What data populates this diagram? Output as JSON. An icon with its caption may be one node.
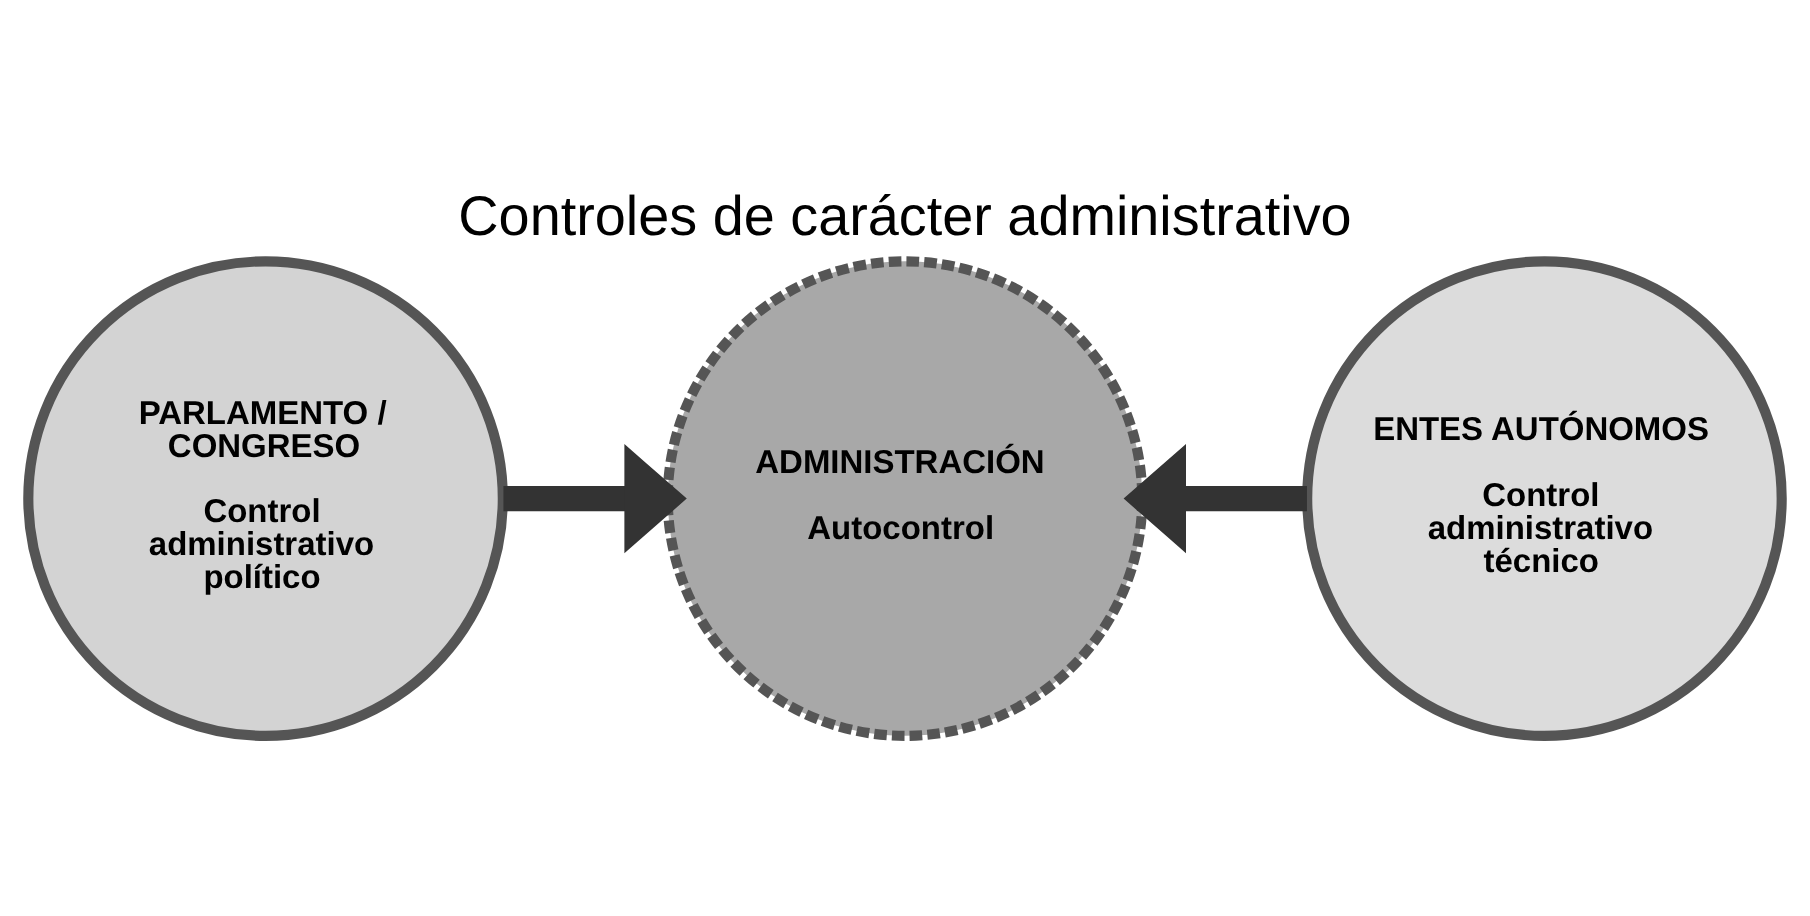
{
  "diagram": {
    "title": "Controles de carácter administrativo",
    "nodes": [
      {
        "text": [
          "PARLAMENTO / CONGRESO",
          "Control administrativo político"
        ]
      },
      {
        "text": [
          "ADMINISTRACIÓN",
          "Autocontrol"
        ]
      },
      {
        "text": [
          "ENTES AUTÓNOMOS",
          "Control administrativo técnico"
        ]
      }
    ],
    "edges": [
      {
        "from": 0,
        "to": 1,
        "arrow": "to"
      },
      {
        "from": 2,
        "to": 1,
        "arrow": "to"
      }
    ]
  }
}
